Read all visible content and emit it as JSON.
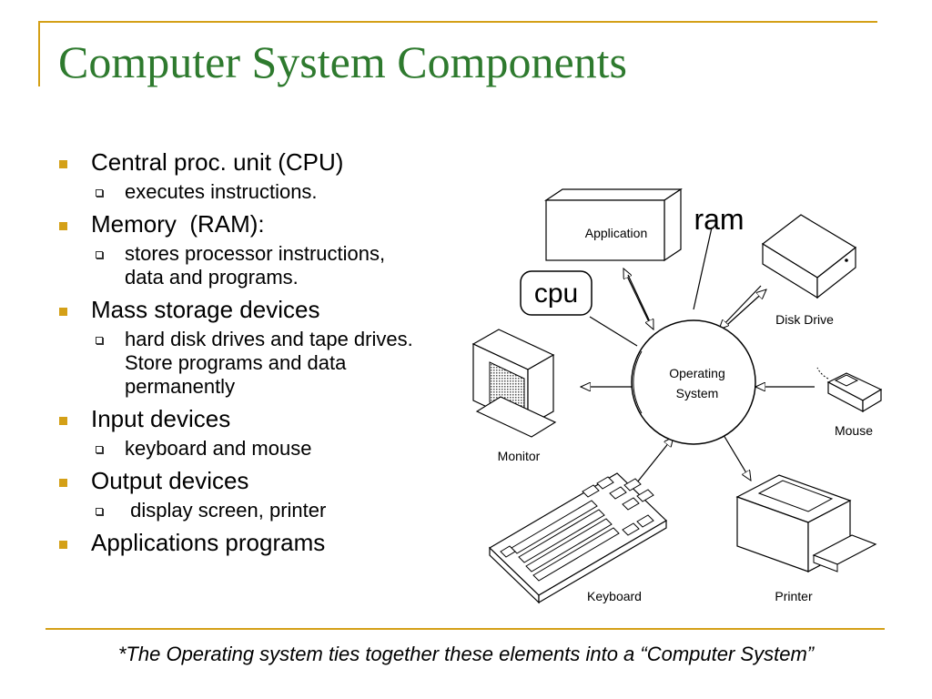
{
  "title": "Computer System Components",
  "bullets": [
    {
      "label": "Central proc. unit (CPU)",
      "subs": [
        "executes instructions."
      ]
    },
    {
      "label": "Memory  (RAM):",
      "subs": [
        "stores processor instructions, data and programs."
      ]
    },
    {
      "label": "Mass storage devices",
      "subs": [
        "hard disk drives and tape drives. Store programs and data permanently"
      ]
    },
    {
      "label": "Input devices",
      "subs": [
        "keyboard and mouse"
      ]
    },
    {
      "label": "Output devices",
      "subs": [
        " display screen, printer"
      ]
    },
    {
      "label": "Applications programs",
      "subs": []
    }
  ],
  "diagram": {
    "center_line1": "Operating",
    "center_line2": "System",
    "application": "Application",
    "ram": "ram",
    "cpu": "cpu",
    "disk_drive": "Disk Drive",
    "monitor": "Monitor",
    "mouse": "Mouse",
    "keyboard": "Keyboard",
    "printer": "Printer"
  },
  "footnote": "*The Operating system ties together these elements into a “Computer System”",
  "colors": {
    "title": "#2e7a2e",
    "accent": "#d4a017"
  }
}
